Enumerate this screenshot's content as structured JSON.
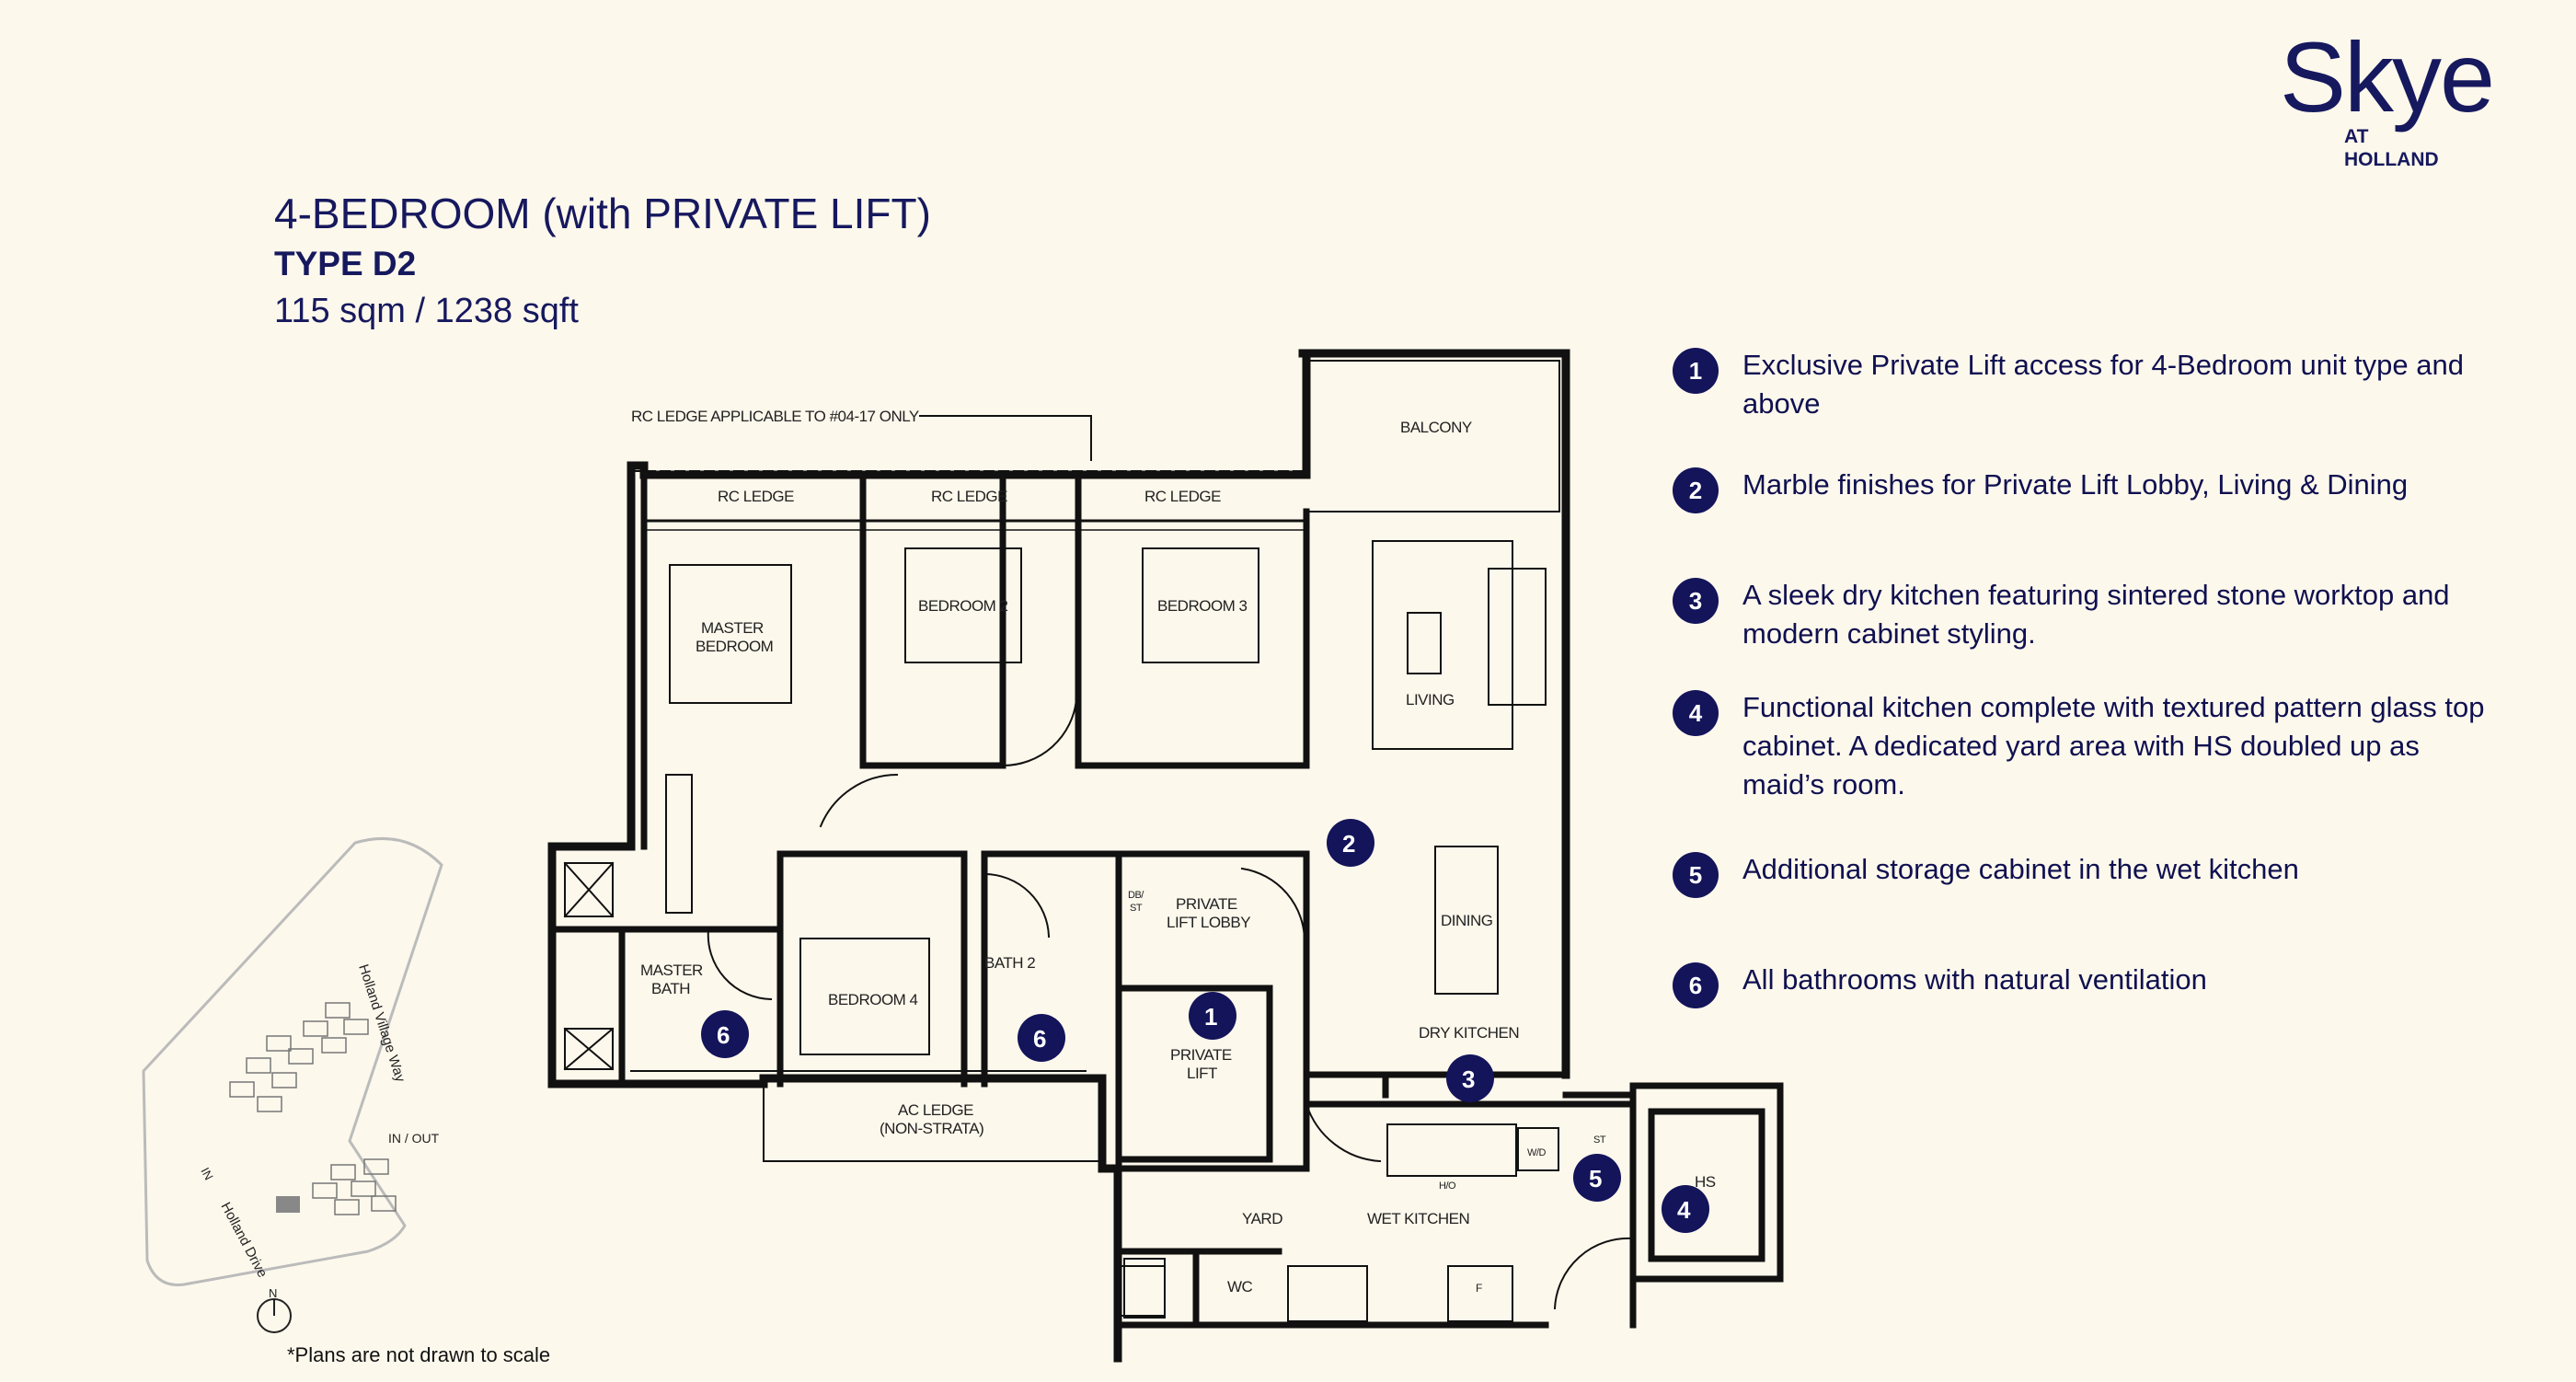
{
  "brand": {
    "word": "Skye",
    "sub1": "AT",
    "sub2": "HOLLAND"
  },
  "unit": {
    "title": "4-BEDROOM (with PRIVATE LIFT)",
    "type": "TYPE D2",
    "area": "115 sqm / 1238 sqft"
  },
  "features": [
    {
      "num": "1",
      "text": "Exclusive Private Lift access for 4-Bedroom unit type and above"
    },
    {
      "num": "2",
      "text": "Marble finishes for Private Lift Lobby, Living & Dining"
    },
    {
      "num": "3",
      "text": "A sleek dry kitchen featuring sintered stone worktop and modern cabinet styling."
    },
    {
      "num": "4",
      "text": "Functional kitchen complete with textured pattern glass top cabinet. A dedicated yard area with HS doubled up as maid’s room."
    },
    {
      "num": "5",
      "text": "Additional storage cabinet in the wet kitchen"
    },
    {
      "num": "6",
      "text": "All bathrooms with natural ventilation"
    }
  ],
  "plan": {
    "note": "RC LEDGE APPLICABLE TO #04-17 ONLY",
    "rc_ledge": "RC LEDGE",
    "balcony": "BALCONY",
    "master_bedroom_1": "MASTER",
    "master_bedroom_2": "BEDROOM",
    "bedroom2": "BEDROOM 2",
    "bedroom3": "BEDROOM 3",
    "living": "LIVING",
    "dining": "DINING",
    "dry_kitchen": "DRY KITCHEN",
    "private_lift_lobby_1": "PRIVATE",
    "private_lift_lobby_2": "LIFT LOBBY",
    "private_lift_1": "PRIVATE",
    "private_lift_2": "LIFT",
    "db_st_1": "DB/",
    "db_st_2": "ST",
    "bath2": "BATH 2",
    "bedroom4": "BEDROOM 4",
    "master_bath_1": "MASTER",
    "master_bath_2": "BATH",
    "ac_ledge_1": "AC LEDGE",
    "ac_ledge_2": "(NON-STRATA)",
    "yard": "YARD",
    "wet_kitchen": "WET KITCHEN",
    "wc": "WC",
    "hs": "HS",
    "st": "ST",
    "wd": "W/D",
    "hb": "H/O",
    "fridge": "F",
    "badges": [
      "1",
      "2",
      "3",
      "4",
      "5",
      "6",
      "6"
    ]
  },
  "site": {
    "road1": "Holland Village Way",
    "road2": "Holland Drive",
    "in_out": "IN / OUT",
    "in": "IN",
    "north": "N"
  },
  "disclaimer": "*Plans are not drawn to scale",
  "colors": {
    "navy": "#13145a",
    "background": "#fdf8ec",
    "wall": "#111111"
  }
}
